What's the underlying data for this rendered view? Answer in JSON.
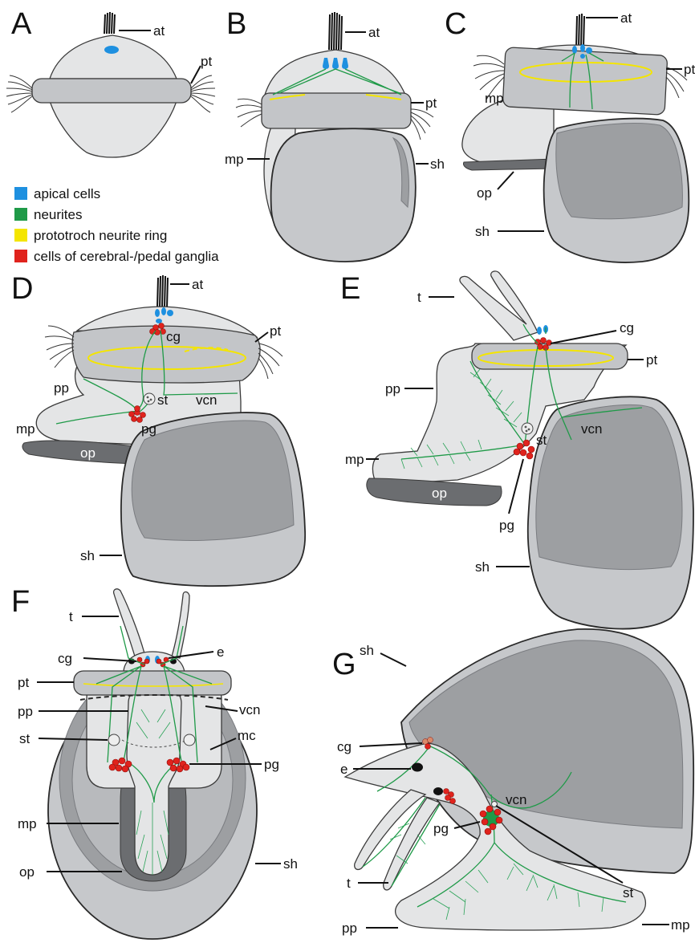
{
  "panels": [
    "A",
    "B",
    "C",
    "D",
    "E",
    "F",
    "G"
  ],
  "legend": [
    {
      "label": "apical cells",
      "color": "#1e90e0"
    },
    {
      "label": "neurites",
      "color": "#1f9a48"
    },
    {
      "label": "prototroch neurite ring",
      "color": "#f4e500"
    },
    {
      "label": "cells of cerebral-/pedal ganglia",
      "color": "#e0231d"
    }
  ],
  "labels": {
    "at": "at",
    "pt": "pt",
    "mp": "mp",
    "sh": "sh",
    "op": "op",
    "cg": "cg",
    "pp": "pp",
    "st": "st",
    "vcn": "vcn",
    "pg": "pg",
    "t": "t",
    "e": "e",
    "mc": "mc"
  }
}
